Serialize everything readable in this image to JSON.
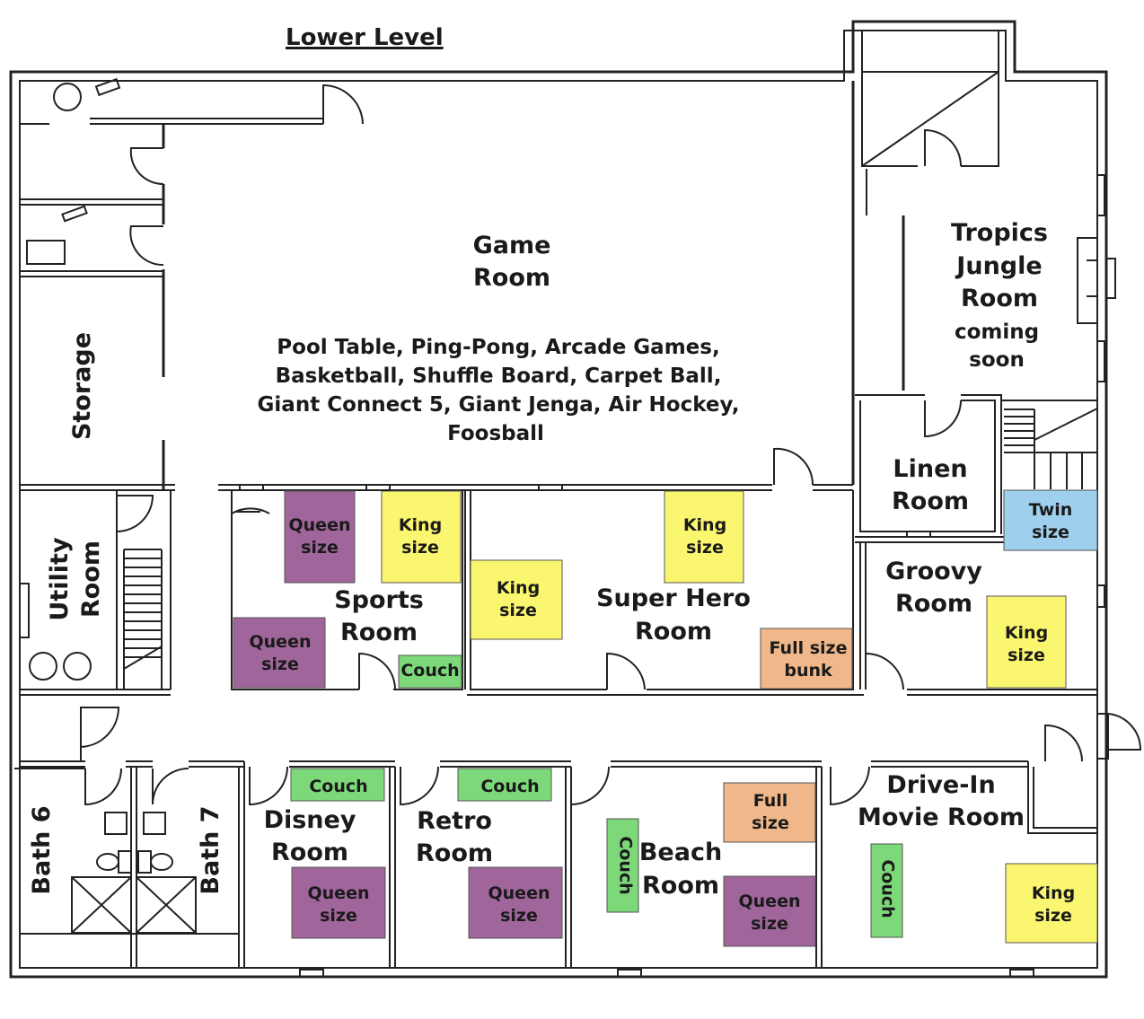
{
  "title": "Lower Level",
  "rooms": {
    "game_room": {
      "line1": "Game",
      "line2": "Room"
    },
    "game_room_amenities": [
      "Pool Table, Ping-Pong, Arcade Games,",
      "Basketball, Shuffle Board, Carpet Ball,",
      "Giant Connect 5, Giant Jenga, Air Hockey,",
      "Foosball"
    ],
    "tropics": {
      "line1": "Tropics",
      "line2": "Jungle",
      "line3": "Room",
      "line4": "coming",
      "line5": "soon"
    },
    "storage": "Storage",
    "utility": {
      "line1": "Utility",
      "line2": "Room"
    },
    "linen": {
      "line1": "Linen",
      "line2": "Room"
    },
    "sports": {
      "line1": "Sports",
      "line2": "Room"
    },
    "super_hero": {
      "line1": "Super Hero",
      "line2": "Room"
    },
    "groovy": {
      "line1": "Groovy",
      "line2": "Room"
    },
    "bath6": "Bath 6",
    "bath7": "Bath 7",
    "disney": {
      "line1": "Disney",
      "line2": "Room"
    },
    "retro": {
      "line1": "Retro",
      "line2": "Room"
    },
    "beach": {
      "line1": "Beach",
      "line2": "Room"
    },
    "drive_in": {
      "line1": "Drive-In",
      "line2": "Movie Room"
    }
  },
  "beds": {
    "sports_queen_top": {
      "line1": "Queen",
      "line2": "size"
    },
    "sports_king": {
      "line1": "King",
      "line2": "size"
    },
    "sports_queen_bottom": {
      "line1": "Queen",
      "line2": "size"
    },
    "sports_couch": "Couch",
    "hero_king_left": {
      "line1": "King",
      "line2": "size"
    },
    "hero_king_top": {
      "line1": "King",
      "line2": "size"
    },
    "hero_bunk": {
      "line1": "Full size",
      "line2": "bunk"
    },
    "groovy_twin": {
      "line1": "Twin",
      "line2": "size"
    },
    "groovy_king": {
      "line1": "King",
      "line2": "size"
    },
    "disney_couch": "Couch",
    "disney_queen": {
      "line1": "Queen",
      "line2": "size"
    },
    "retro_couch": "Couch",
    "retro_queen": {
      "line1": "Queen",
      "line2": "size"
    },
    "beach_couch": "Couch",
    "beach_full": {
      "line1": "Full",
      "line2": "size"
    },
    "beach_queen": {
      "line1": "Queen",
      "line2": "size"
    },
    "drivein_couch": "Couch",
    "drivein_king": {
      "line1": "King",
      "line2": "size"
    }
  },
  "colors": {
    "queen": "#a0659b",
    "king": "#fbf66f",
    "couch": "#7dd87a",
    "full": "#f0b88a",
    "twin": "#9ecfec"
  }
}
